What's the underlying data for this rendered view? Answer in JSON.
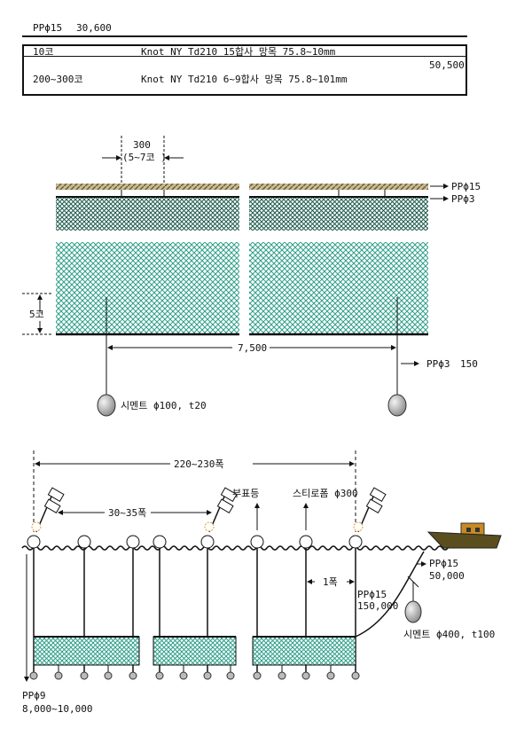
{
  "header": {
    "rope_spec": "PPϕ15",
    "rope_price": "30,600"
  },
  "spec_table": {
    "rows": [
      {
        "size": "10코",
        "desc": "Knot NY Td210 15합사 망목 75.8~10mm"
      },
      {
        "size": "200~300코",
        "desc": "Knot NY Td210 6~9합사 망목 75.8~101mm"
      }
    ],
    "price": "50,500"
  },
  "net_diagram": {
    "float_spacing": "300",
    "float_spacing_sub": "(5~7코 )",
    "top_rope": "PPϕ15",
    "head_line": "PPϕ3",
    "depth": "5코",
    "length": "7,500",
    "ground_line": "PPϕ3",
    "ground_line_len": "150",
    "sinker": "시멘트 ϕ100, t20",
    "colors": {
      "mesh": "#2f9f8a",
      "mesh_dark": "#1d5a4c",
      "rope": "#b3a27a"
    }
  },
  "layout_diagram": {
    "total_span": "220~230폭",
    "flag_spacing": "30~35폭",
    "buoy_light": "부표등",
    "styro_float": "스티로폼 ϕ300",
    "unit_span": "1폭",
    "anchor_line": "PPϕ15",
    "anchor_line_len": "150,000",
    "boat_line": "PPϕ15",
    "boat_line_len": "50,000",
    "anchor": "시멘트 ϕ400, t100",
    "drop_line": "PPϕ9",
    "drop_line_len": "8,000~10,000",
    "colors": {
      "boat_hull": "#5a4e1e",
      "cabin": "#c98a23",
      "buoy": "#ffffff"
    }
  }
}
